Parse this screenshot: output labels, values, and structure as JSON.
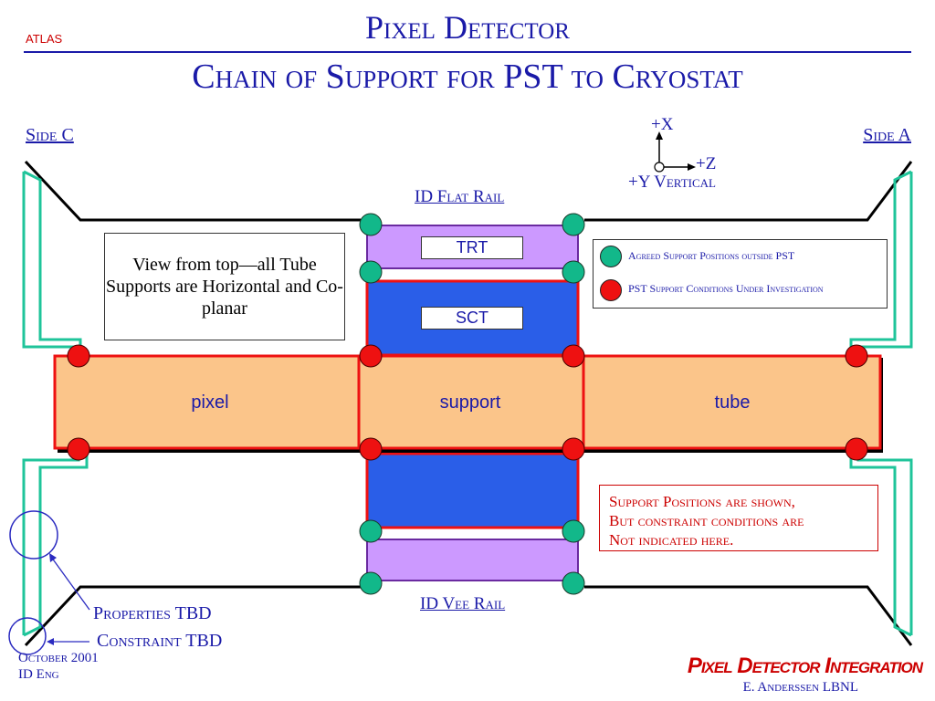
{
  "header": {
    "org": "atlas",
    "title": "Pixel Detector",
    "subtitle": "Chain of Support for PST to Cryostat"
  },
  "sides": {
    "left": "Side C",
    "right": "Side A"
  },
  "axes": {
    "x": "+X",
    "z": "+Z",
    "y": "+Y Vertical"
  },
  "rails": {
    "top": "ID Flat Rail",
    "bottom": "ID Vee Rail"
  },
  "detectors": {
    "trt": "TRT",
    "sct": "SCT"
  },
  "tube": {
    "left": "pixel",
    "center": "support",
    "right": "tube"
  },
  "view_note": "View from top—all Tube Supports are Horizontal and Co-planar",
  "legend": {
    "items": [
      {
        "label": "Agreed Support Positions outside PST",
        "color": "#12b88a"
      },
      {
        "label": "PST Support Conditions Under Investigation",
        "color": "#ee1111"
      }
    ]
  },
  "note": {
    "lines": [
      "Support Positions are shown,",
      "But constraint conditions are",
      "Not indicated here."
    ]
  },
  "callouts": {
    "properties": "Properties TBD",
    "constraint": "Constraint TBD"
  },
  "footer": {
    "date": "October 2001",
    "dept": "ID Eng",
    "brand": "Pixel Detector Integration",
    "author": "E. Anderssen LBNL"
  },
  "colors": {
    "accent_blue": "#1a1aa8",
    "tube_fill": "#fbc58a",
    "sct_fill": "#2a5ee8",
    "trt_fill": "#cc99ff",
    "green_support": "#12b88a",
    "red_support": "#ee1111",
    "cryostat_line": "#1fc49a"
  },
  "icons": {
    "axis_origin": "circle-origin-icon",
    "axis_arrow": "arrow-icon"
  }
}
